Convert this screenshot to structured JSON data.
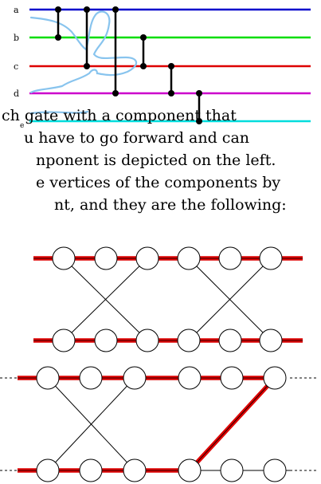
{
  "circuit": {
    "wires": [
      {
        "label": "a",
        "color": "#0000cc"
      },
      {
        "label": "b",
        "color": "#00dd00"
      },
      {
        "label": "c",
        "color": "#dd0000"
      },
      {
        "label": "d",
        "color": "#cc00cc"
      },
      {
        "label": "e",
        "color": "#00dddd"
      }
    ],
    "gates": [
      {
        "from": "a",
        "to": "b"
      },
      {
        "from": "a",
        "to": "c"
      },
      {
        "from": "a",
        "to": "d"
      },
      {
        "from": "b",
        "to": "c"
      },
      {
        "from": "c",
        "to": "d"
      },
      {
        "from": "d",
        "to": "e"
      }
    ],
    "path_color": "#88c4ee"
  },
  "text_lines": [
    "ch gate with a component that",
    "u have to go forward and can",
    "nponent is depicted on the left.",
    "e vertices of the components by",
    "nt, and they are the following:"
  ],
  "component_top": {
    "vertex_rows": 2,
    "vertices_per_row": 6,
    "highlight_color": "#dd0000"
  },
  "component_bottom": {
    "vertex_rows": 2,
    "vertices_per_row": 6,
    "highlight_color": "#dd0000"
  }
}
